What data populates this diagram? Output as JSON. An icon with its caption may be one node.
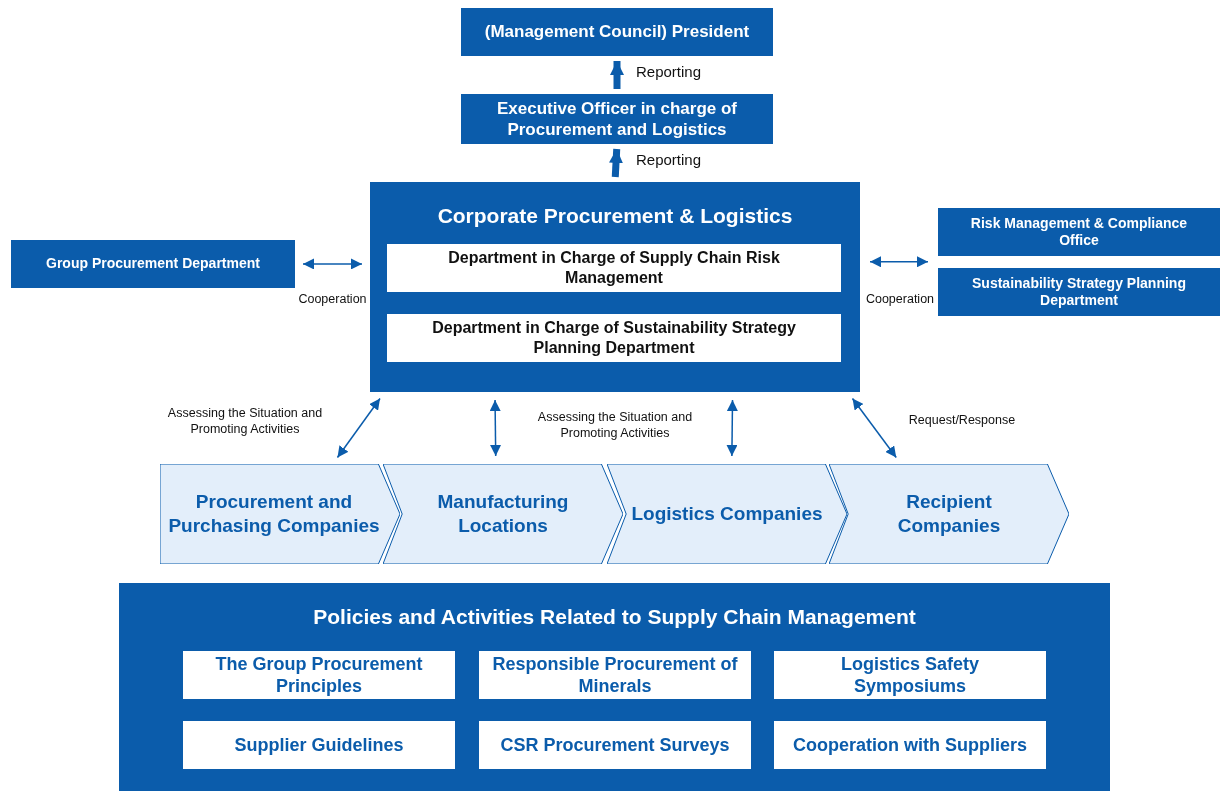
{
  "diagram": {
    "nodes": [
      {
        "text": [
          "(Management Council) President"
        ]
      },
      {
        "text": [
          "Executive Officer in charge of Procurement and Logistics"
        ]
      },
      {
        "text": [
          "Corporate Procurement & Logistics"
        ]
      },
      {
        "text": [
          "Department in Charge of Supply Chain Risk Management"
        ],
        "in": 2
      },
      {
        "text": [
          "Department in Charge of Sustainability Strategy Planning Department"
        ],
        "in": 2
      },
      {
        "text": [
          "Group Procurement Department"
        ]
      },
      {
        "text": [
          "Risk Management & Compliance Office"
        ]
      },
      {
        "text": [
          "Sustainability Strategy Planning Department"
        ]
      },
      {
        "text": [
          "Procurement and Purchasing Companies"
        ]
      },
      {
        "text": [
          "Manufacturing Locations"
        ]
      },
      {
        "text": [
          "Logistics Companies"
        ]
      },
      {
        "text": [
          "Recipient Companies"
        ]
      },
      {
        "text": [
          "Policies and Activities Related to Supply Chain Management"
        ]
      },
      {
        "text": [
          "The Group Procurement Principles"
        ],
        "in": 12
      },
      {
        "text": [
          "Responsible Procurement of Minerals"
        ],
        "in": 12
      },
      {
        "text": [
          "Logistics Safety Symposiums"
        ],
        "in": 12
      },
      {
        "text": [
          "Supplier Guidelines"
        ],
        "in": 12
      },
      {
        "text": [
          "CSR Procurement Surveys"
        ],
        "in": 12
      },
      {
        "text": [
          "Cooperation with Suppliers"
        ],
        "in": 12
      }
    ],
    "edges": [
      {
        "from": 1,
        "to": 0,
        "arrow": "to",
        "label": "Reporting",
        "style": "thick"
      },
      {
        "from": 2,
        "to": 1,
        "arrow": "to",
        "label": "Reporting",
        "style": "thick"
      },
      {
        "from": 5,
        "to": 2,
        "arrow": "both",
        "label": "Cooperation"
      },
      {
        "from": 2,
        "to": 6,
        "arrow": "both",
        "label": "Cooperation"
      },
      {
        "from": 2,
        "to": 7,
        "arrow": "both"
      },
      {
        "from": 8,
        "to": 2,
        "arrow": "both",
        "label": "Assessing the Situation and Promoting Activities"
      },
      {
        "from": 9,
        "to": 2,
        "arrow": "both",
        "label": "Assessing the Situation and Promoting Activities"
      },
      {
        "from": 10,
        "to": 2,
        "arrow": "both"
      },
      {
        "from": 11,
        "to": 2,
        "arrow": "both",
        "label": "Request/Response"
      }
    ]
  }
}
